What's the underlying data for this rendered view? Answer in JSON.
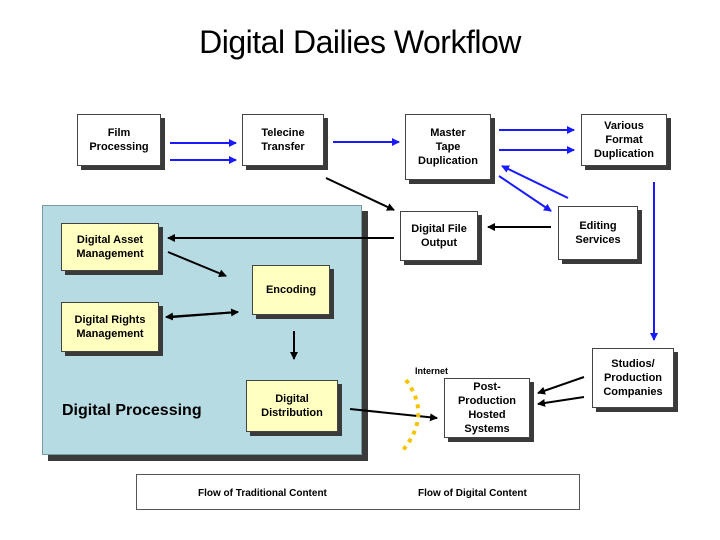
{
  "title": "Digital Dailies Workflow",
  "panel_label": "Digital Processing",
  "internet_label": "Internet",
  "boxes": {
    "film_processing": "Film\nProcessing",
    "telecine_transfer": "Telecine\nTransfer",
    "master_tape": "Master\nTape\nDuplication",
    "various_format": "Various\nFormat\nDuplication",
    "editing_services": "Editing\nServices",
    "digital_file_output": "Digital File\nOutput",
    "digital_asset_mgmt": "Digital Asset\nManagement",
    "encoding": "Encoding",
    "digital_rights_mgmt": "Digital Rights\nManagement",
    "digital_distribution": "Digital\nDistribution",
    "post_production": "Post-\nProduction\nHosted\nSystems",
    "studios": "Studios/\nProduction\nCompanies"
  },
  "legend": {
    "traditional": "Flow of Traditional Content",
    "digital": "Flow of Digital Content"
  },
  "colors": {
    "traditional_arrow": "#1a1aff",
    "digital_arrow": "#000000",
    "panel_fill": "#b7dbe3",
    "yellow_box": "#ffffc0",
    "internet_arc": "#f5c400"
  }
}
